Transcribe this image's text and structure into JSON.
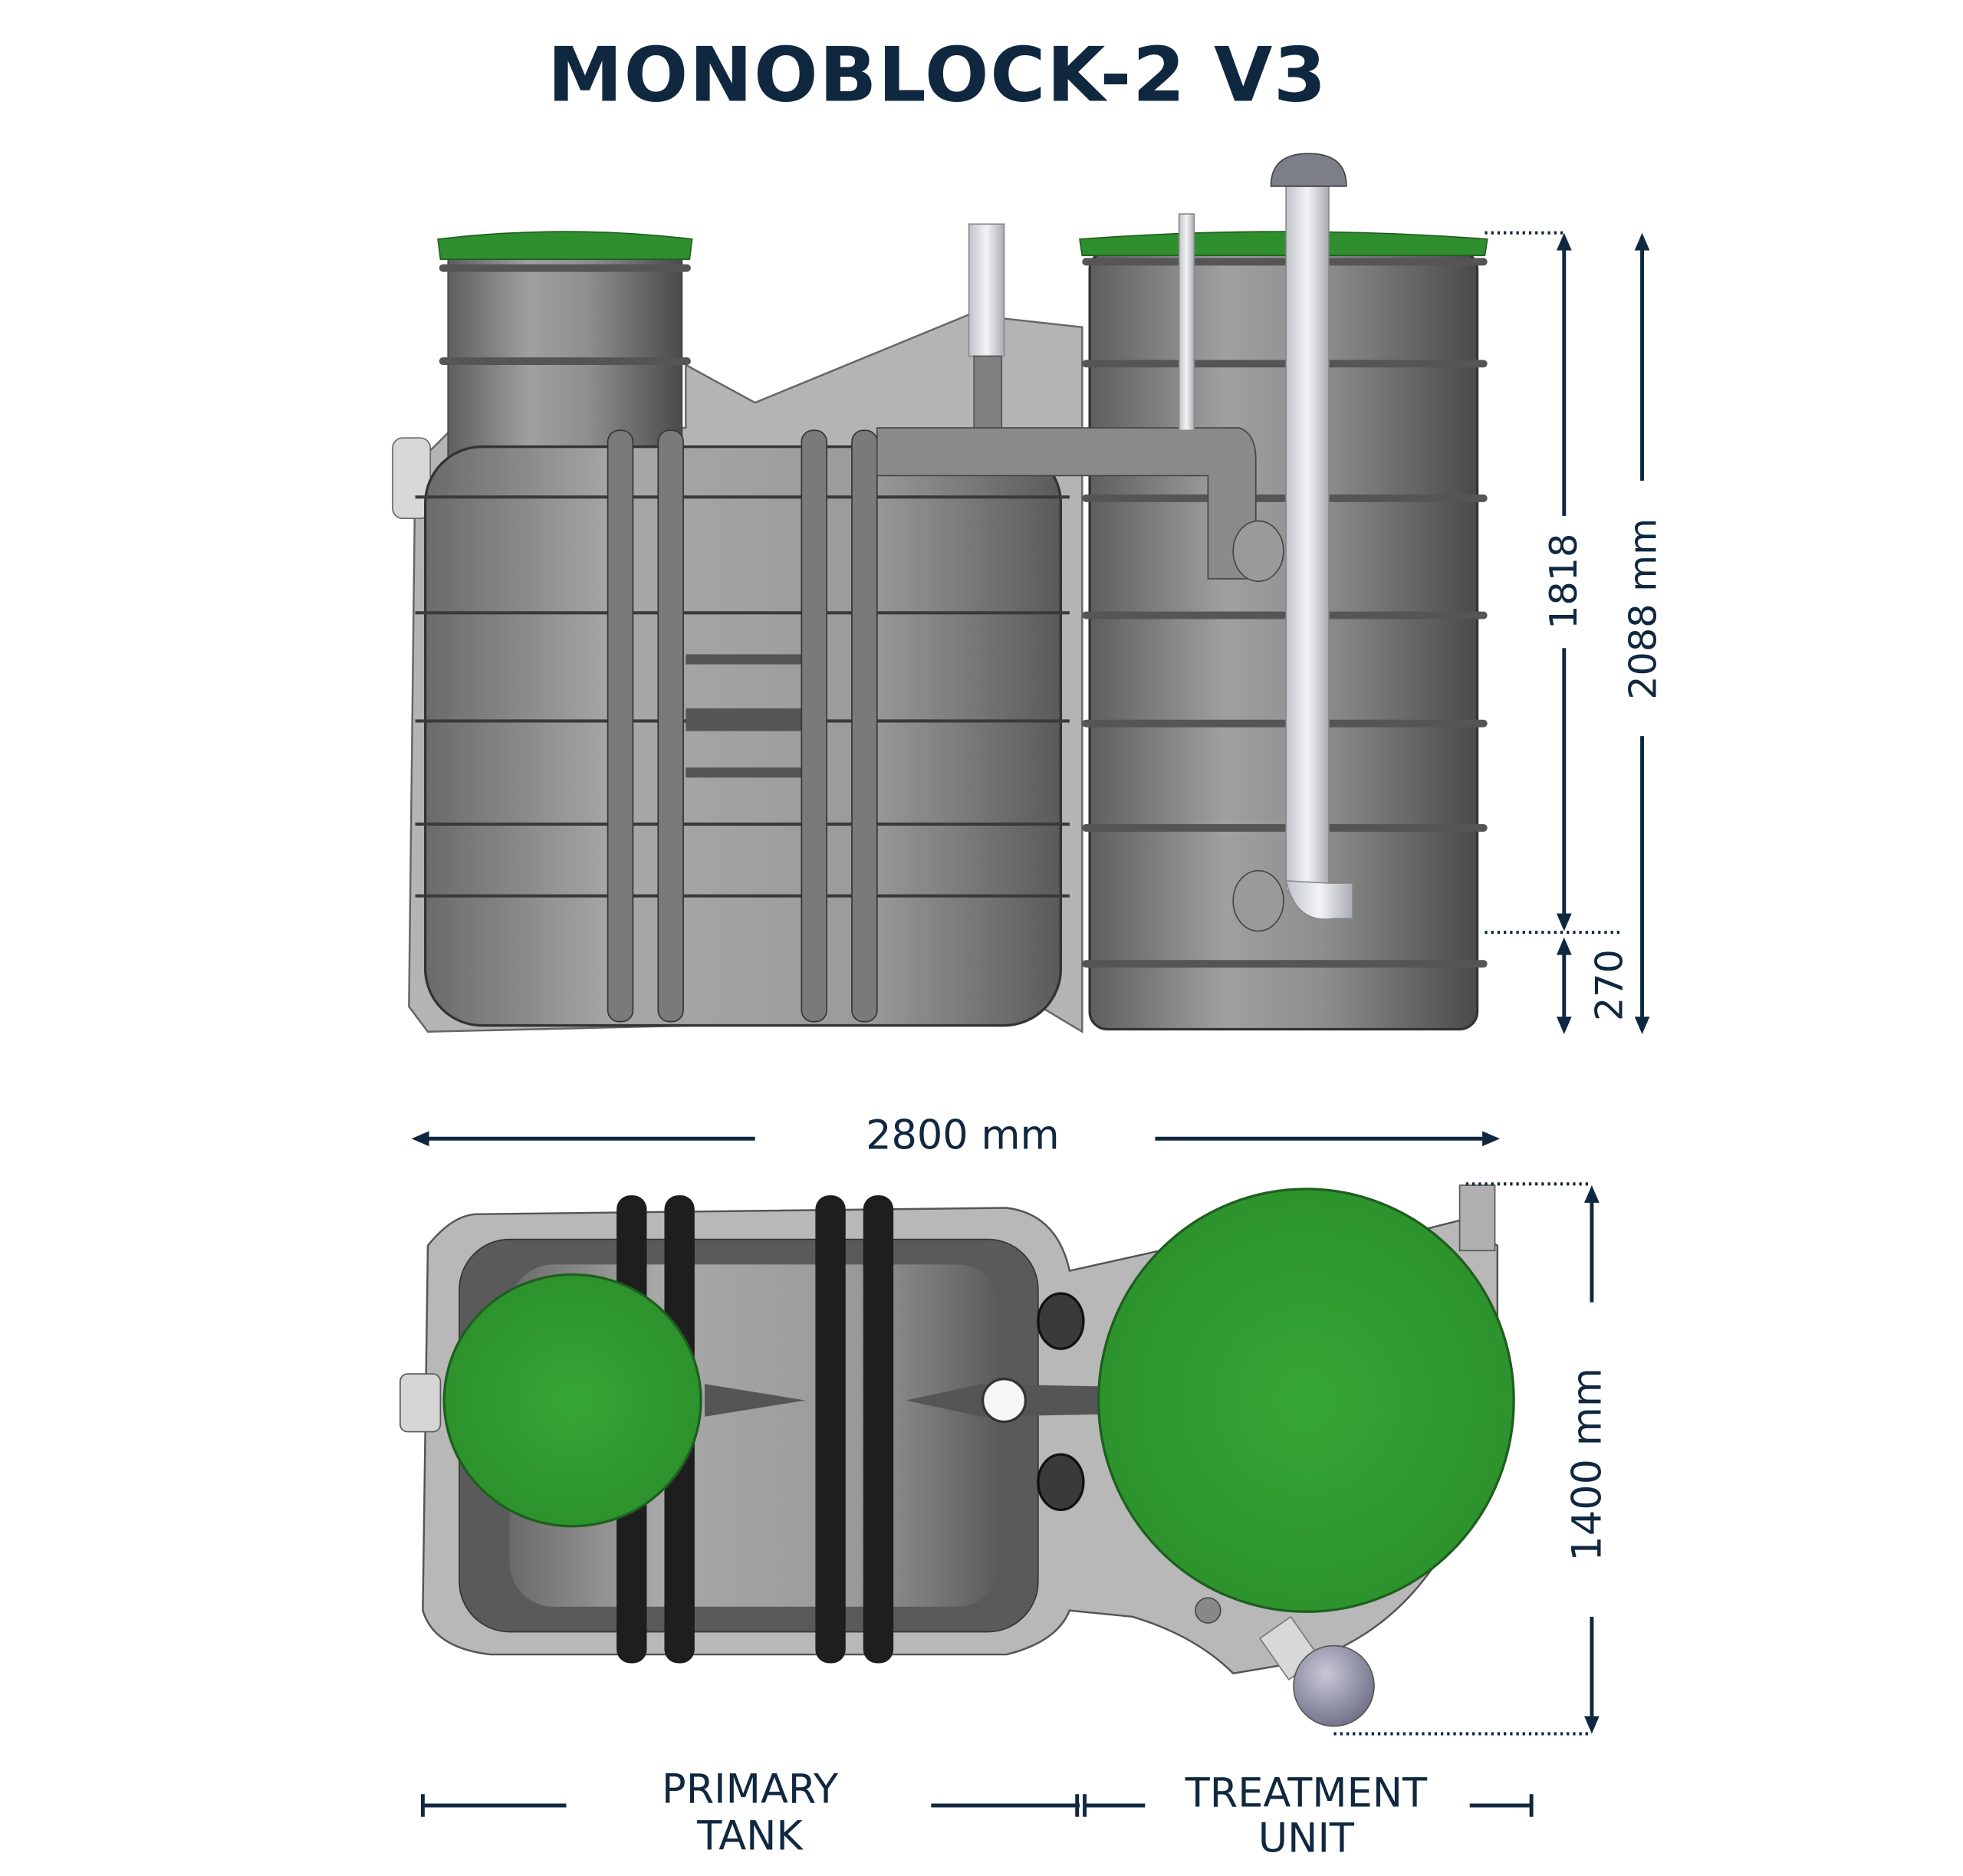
{
  "title": "MONOBLOCK-2 V3",
  "front_view": {
    "dimensions": {
      "upper_height": "1818",
      "total_height": "2088 mm",
      "base_height": "270"
    }
  },
  "top_view": {
    "dimensions": {
      "length": "2800 mm",
      "width": "1400 mm"
    }
  },
  "sections": {
    "primary_line1": "PRIMARY",
    "primary_line2": "TANK",
    "treatment_line1": "TREATMENT",
    "treatment_line2": "UNIT"
  },
  "colors": {
    "navy": "#10283f",
    "lid_green": "#2f9a2f",
    "tank_grey": "#8a8a8a",
    "frame_grey": "#b4b4b4"
  }
}
